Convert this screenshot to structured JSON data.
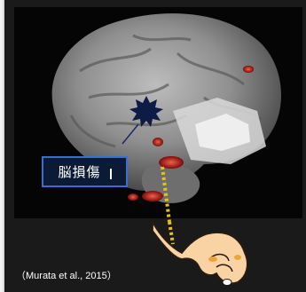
{
  "annotation": {
    "label": "脳損傷"
  },
  "citation": "（Murata et al., 2015）",
  "icons": [
    "brain-scan",
    "lesion-star",
    "hand-icon",
    "dotted-connector"
  ],
  "colors": {
    "background": "#1a1a1a",
    "label_fill": "#0b1a35",
    "label_border": "#3a6fcf",
    "lesion": "#0d1b45",
    "activation": "#c8201a",
    "connector": "#e8c21a",
    "skin": "#f9d3a3"
  }
}
